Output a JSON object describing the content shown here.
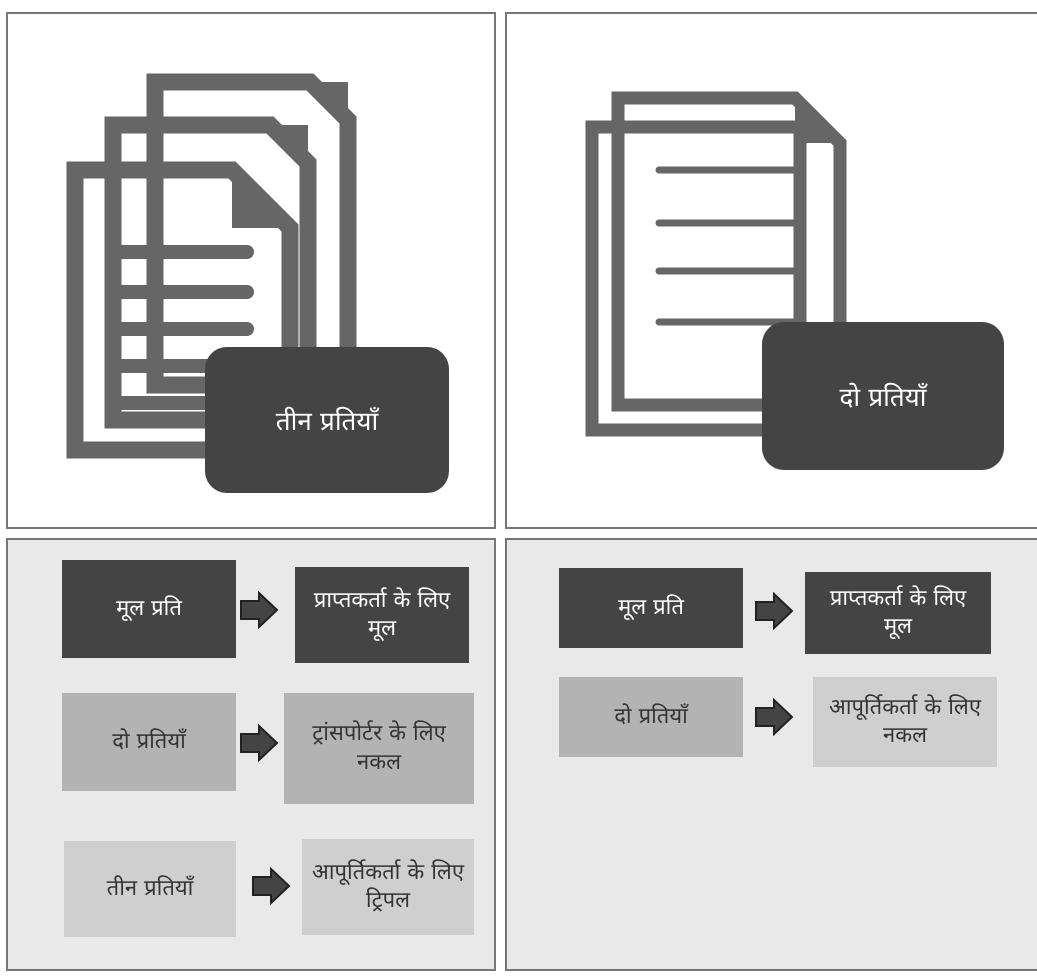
{
  "colors": {
    "dark": "#444444",
    "document_gray": "#666666",
    "mid_box": "#b3b3b3",
    "light_box": "#cfcfcf",
    "panel_grey": "#e9e9e9"
  },
  "top_left": {
    "badge_label": "तीन प्रतियाँ",
    "icon": "three-documents-icon"
  },
  "top_right": {
    "badge_label": "दो प्रतियाँ",
    "icon": "two-documents-icon"
  },
  "bottom_left": {
    "rows": [
      {
        "from": "मूल प्रति",
        "to": "प्राप्तकर्ता के लिए मूल"
      },
      {
        "from": "दो प्रतियाँ",
        "to": "ट्रांसपोर्टर के लिए नकल"
      },
      {
        "from": "तीन प्रतियाँ",
        "to": "आपूर्तिकर्ता के लिए ट्रिपल"
      }
    ]
  },
  "bottom_right": {
    "rows": [
      {
        "from": "मूल प्रति",
        "to": "प्राप्तकर्ता के लिए मूल"
      },
      {
        "from": "दो प्रतियाँ",
        "to": "आपूर्तिकर्ता के लिए नकल"
      }
    ]
  }
}
